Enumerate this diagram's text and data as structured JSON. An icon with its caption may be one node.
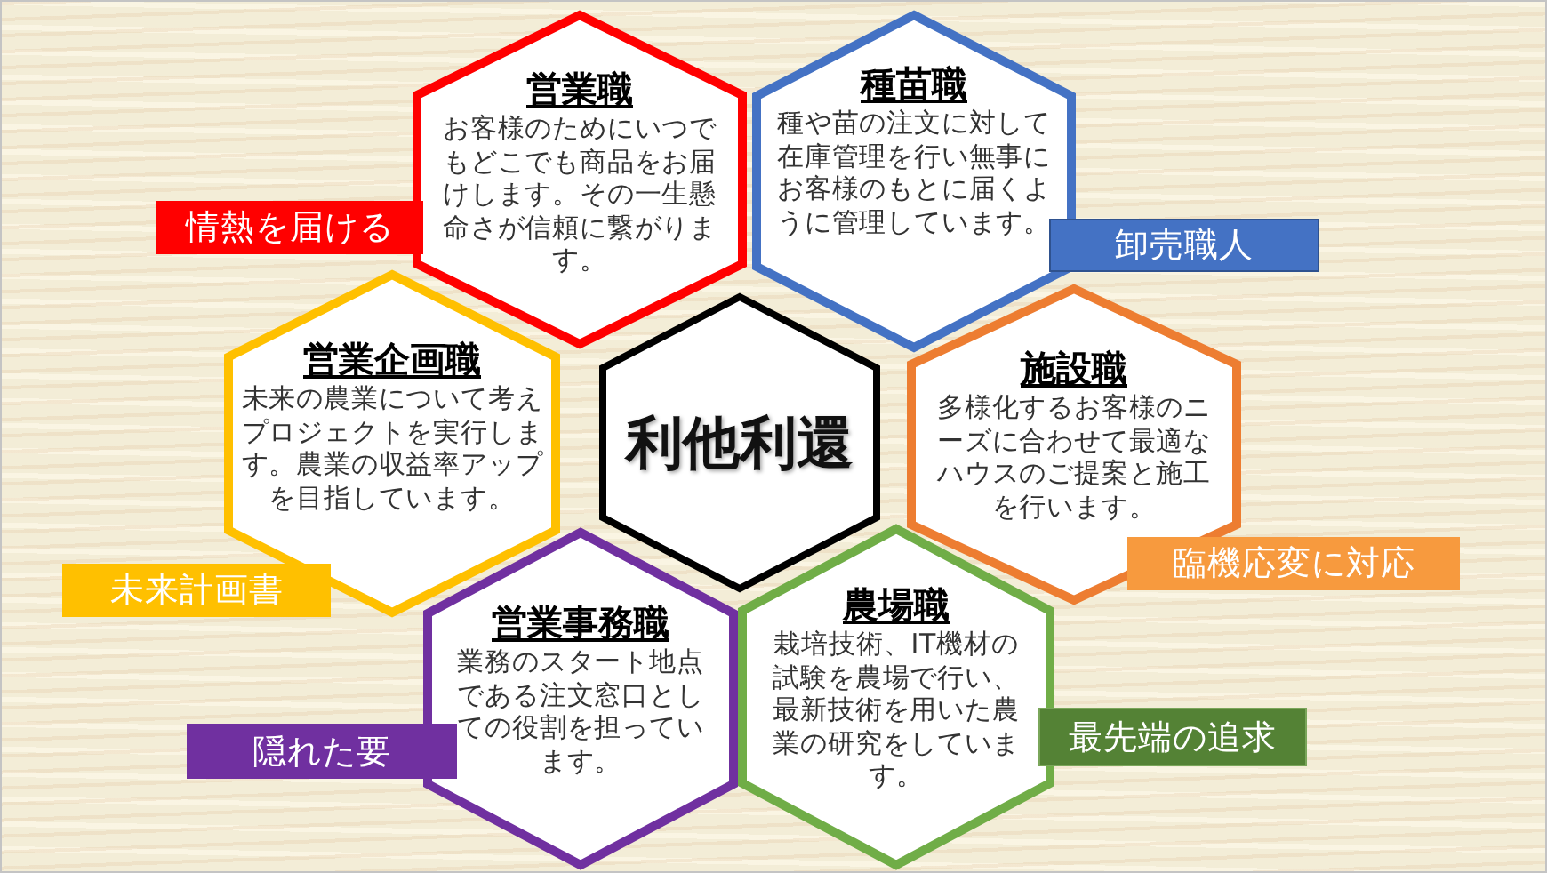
{
  "diagram": {
    "nodes": [
      {
        "text": [
          "営業職",
          "お客様のためにいつでもどこでも商品をお届けします。その一生懸命さが信頼に繋がります。"
        ]
      },
      {
        "text": [
          "情熱を届ける"
        ]
      },
      {
        "text": [
          "種苗職",
          "種や苗の注文に対して在庫管理を行い無事にお客様のもとに届くように管理しています。"
        ]
      },
      {
        "text": [
          "卸売職人"
        ]
      },
      {
        "text": [
          "営業企画職",
          "未来の農業について考えプロジェクトを実行します。農業の収益率アップを目指しています。"
        ]
      },
      {
        "text": [
          "未来計画書"
        ]
      },
      {
        "text": [
          "利他利還"
        ]
      },
      {
        "text": [
          "施設職",
          "多様化するお客様のニーズに合わせて最適なハウスのご提案と施工を行います。"
        ]
      },
      {
        "text": [
          "臨機応変に対応"
        ]
      },
      {
        "text": [
          "営業事務職",
          "業務のスタート地点である注文窓口としての役割を担っています。"
        ]
      },
      {
        "text": [
          "隠れた要"
        ]
      },
      {
        "text": [
          "農場職",
          "栽培技術、IT機材の試験を農場で行い、最新技術を用いた農業の研究をしています。"
        ]
      },
      {
        "text": [
          "最先端の追求"
        ]
      }
    ]
  }
}
